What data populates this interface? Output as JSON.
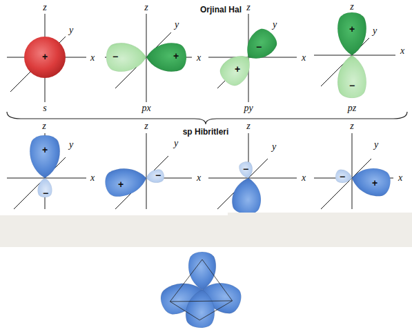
{
  "diagram": {
    "title": "Orjinal Hal",
    "labels": [
      "sp Hibritleri",
      "z",
      "y",
      "x",
      "+",
      "s",
      "z",
      "y",
      "x",
      "−",
      "+",
      "px",
      "z",
      "y",
      "x",
      "−",
      "+",
      "py",
      "z",
      "y",
      "x",
      "+",
      "−",
      "pz",
      "z",
      "y",
      "x",
      "+",
      "−",
      "z",
      "y",
      "x",
      "+",
      "−",
      "z",
      "y",
      "x",
      "−",
      "z",
      "y",
      "x",
      "−",
      "+"
    ]
  }
}
